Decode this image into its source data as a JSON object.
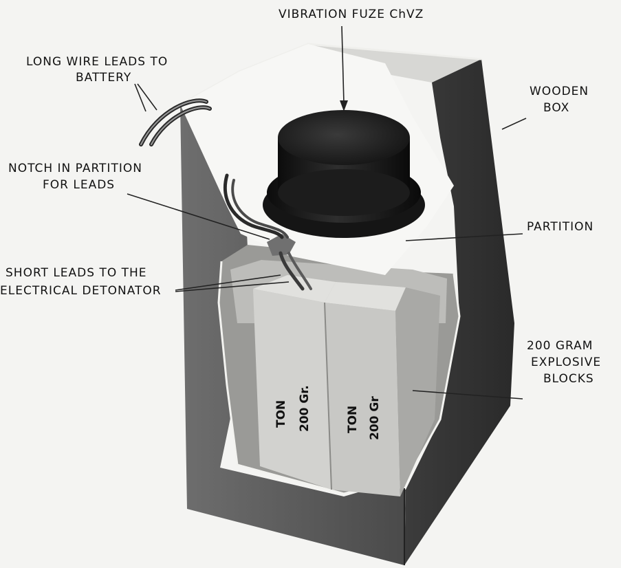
{
  "labels": {
    "vibration_fuze": "VIBRATION FUZE ChVZ",
    "long_wire_line1": "LONG WIRE LEADS TO",
    "long_wire_line2": "BATTERY",
    "wooden_box_line1": "WOODEN",
    "wooden_box_line2": "BOX",
    "notch_line1": "NOTCH IN PARTITION",
    "notch_line2": "FOR LEADS",
    "partition": "PARTITION",
    "short_leads_line1": "SHORT LEADS TO THE",
    "short_leads_line2": "ELECTRICAL DETONATOR",
    "explosive_line1": "200 GRAM",
    "explosive_line2": "EXPLOSIVE",
    "explosive_line3": "BLOCKS"
  },
  "blocks": [
    {
      "name": "TON",
      "weight": "200 Gr."
    },
    {
      "name": "TON",
      "weight": "200 Gr"
    }
  ],
  "colors": {
    "background": "#f4f4f2",
    "box_front": "#5a5a5a",
    "box_right": "#3a3a3a",
    "interior": "#d9d9d6",
    "partition": "#f7f7f5",
    "fuze": "#1d1d1d",
    "block": "#cfcfcc"
  }
}
